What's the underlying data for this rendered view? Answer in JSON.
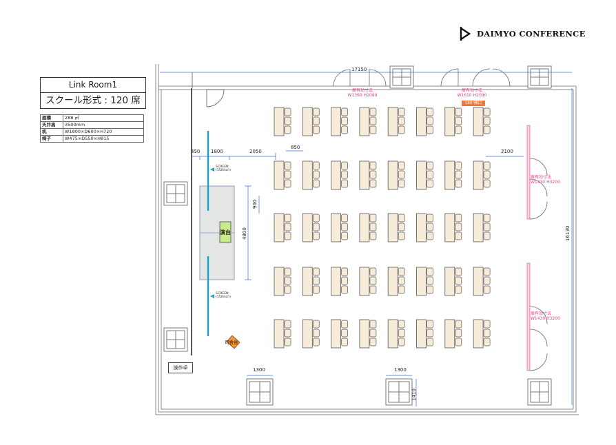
{
  "brand": {
    "name": "DAIMYO CONFERENCE",
    "logo_icon": "daimyo-mark-icon"
  },
  "room": {
    "name": "Link Room1",
    "layout": "スクール形式 : 120 席"
  },
  "specs": [
    {
      "key": "面積",
      "value": "288 ㎡"
    },
    {
      "key": "天井高",
      "value": "3500mm"
    },
    {
      "key": "机",
      "value": "W1800×D600×H720"
    },
    {
      "key": "椅子",
      "value": "W475×D550×H815"
    }
  ],
  "dimensions": {
    "room_width": "17150",
    "room_depth": "16130",
    "wall_gap": "450",
    "screen_zone": "1800",
    "front_gap": "2050",
    "table_gap": "850",
    "side_gap": "2100",
    "stage_gap": "900",
    "stage_depth": "4800",
    "pillar_width_1": "1300",
    "pillar_width_2": "1300",
    "pillar_depth": "1410"
  },
  "doors": [
    {
      "title": "扉有効寸法",
      "size": "W1360 H2090"
    },
    {
      "title": "扉有効寸法",
      "size": "W1610 H2090",
      "badge": "180°開口"
    },
    {
      "title": "扉有効寸法",
      "size": "W1430 H3200"
    },
    {
      "title": "扉有効寸法",
      "size": "W1430 H3200"
    }
  ],
  "screens": [
    {
      "label_1": "SCREEN",
      "label_2": "(150inch)"
    },
    {
      "label_1": "SCREEN",
      "label_2": "(150inch)"
    }
  ],
  "stage_label": "演台",
  "mc_label": "司会台",
  "control_label": "操作卓",
  "seating": {
    "rows": 5,
    "tables_per_row": 8,
    "seats_per_table": 3,
    "total_seats": 120
  },
  "colors": {
    "table_fill": "#f7ecd9",
    "stage_fill": "#c9eb8c",
    "mc_fill": "#f0963c",
    "screen": "#1aa0d2",
    "dimension": "#3a6fd0",
    "door_text": "#e0408a",
    "badge": "#f0783c"
  }
}
